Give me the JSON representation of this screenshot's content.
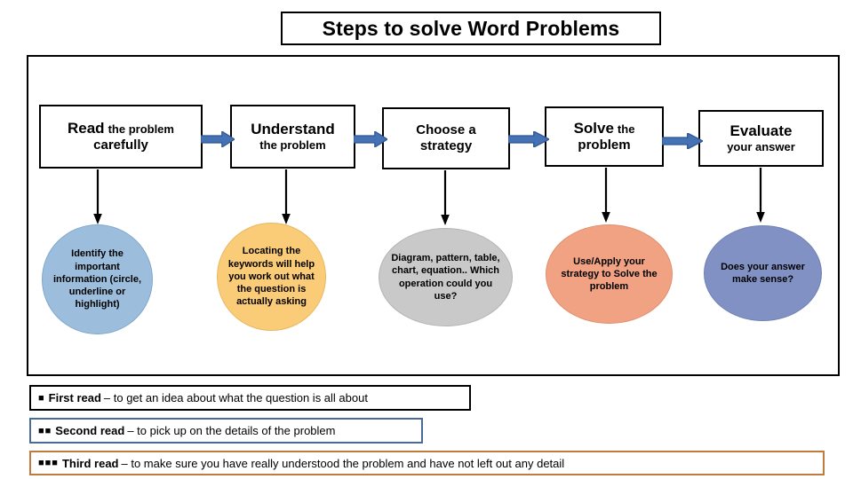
{
  "title": "Steps to solve Word Problems",
  "steps": [
    {
      "name": "read",
      "primary": "Read",
      "secondary": "the problem",
      "tertiary": "carefully",
      "layout": "inline-then-line"
    },
    {
      "name": "understand",
      "primary": "Understand",
      "secondary": "the problem",
      "tertiary": "",
      "layout": "stacked"
    },
    {
      "name": "choose",
      "primary": "Choose a",
      "secondary": "strategy",
      "tertiary": "",
      "layout": "stacked-equal"
    },
    {
      "name": "solve",
      "primary": "Solve",
      "secondary": "the",
      "tertiary": "problem",
      "layout": "inline-then-line"
    },
    {
      "name": "evaluate",
      "primary": "Evaluate",
      "secondary": "your answer",
      "tertiary": "",
      "layout": "stacked"
    }
  ],
  "details": [
    {
      "name": "identify",
      "text": "Identify the important information (circle, underline or highlight)",
      "fill": "#9CBEDC",
      "stroke": "#7FA8CE"
    },
    {
      "name": "keywords",
      "text": "Locating the keywords will help you work out what the question is actually asking",
      "fill": "#FBCC77",
      "stroke": "#E8B75F"
    },
    {
      "name": "strategy",
      "text": "Diagram, pattern, table, chart, equation.. Which operation could you use?",
      "fill": "#C9C9C9",
      "stroke": "#B4B4B4"
    },
    {
      "name": "apply",
      "text": "Use/Apply your strategy to Solve the problem",
      "fill": "#F0A283",
      "stroke": "#E08F6E"
    },
    {
      "name": "checks",
      "text": "Does your answer make sense?",
      "fill": "#8291C4",
      "stroke": "#6F80B4"
    }
  ],
  "legend": [
    {
      "name": "first-read",
      "marks": "■",
      "bold": "First read",
      "rest": "– to get an idea about what the question is all about",
      "border": "#000000"
    },
    {
      "name": "second-read",
      "marks": "■■",
      "bold": "Second read",
      "rest": "– to pick up on the details of the problem",
      "border": "#4A6A97"
    },
    {
      "name": "third-read",
      "marks": "■■■",
      "bold": "Third read",
      "rest": "– to make sure you have really understood the problem and have not left out any detail",
      "border": "#C07B3C"
    }
  ],
  "arrows": {
    "horizontal_fill": "#4472B4",
    "horizontal_stroke": "#2E5590",
    "vertical_color": "#000000",
    "horizontal_count": 4,
    "vertical_count": 5
  },
  "frame": {
    "border_color": "#000000"
  }
}
